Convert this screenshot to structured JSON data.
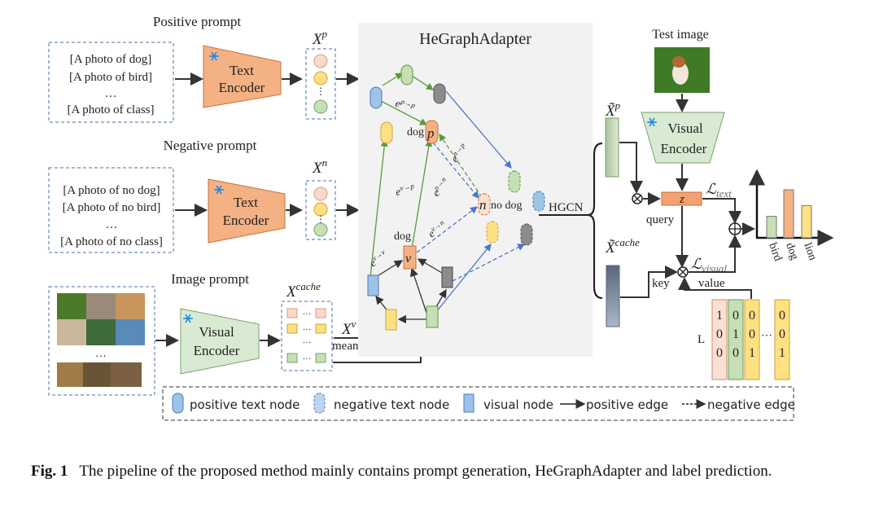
{
  "inputs": {
    "positive": {
      "title": "Positive prompt",
      "lines": [
        "[A photo of dog]",
        "[A photo of bird]",
        "…",
        "[A photo of class]"
      ],
      "feature_label": "X",
      "feature_sup": "p"
    },
    "negative": {
      "title": "Negative prompt",
      "lines": [
        "[A photo of no dog]",
        "[A photo of no bird]",
        "…",
        "[A photo of no class]"
      ],
      "feature_label": "X",
      "feature_sup": "n"
    },
    "image": {
      "title": "Image prompt",
      "ellipsis": "…",
      "feature_label": "X",
      "feature_sup": "cache",
      "mean_label": "X",
      "mean_sup": "v",
      "mean_text": "mean"
    }
  },
  "encoders": {
    "text_line1": "Text",
    "text_line2": "Encoder",
    "visual_line1": "Visual",
    "visual_line2": "Encoder",
    "frozen_icon": "snowflake-icon"
  },
  "adapter": {
    "title": "HeGraphAdapter",
    "node_labels": {
      "p": "p",
      "n": "n",
      "v": "v",
      "dog_p": "dog",
      "no_dog": "no dog",
      "dog_v": "dog"
    },
    "edge_labels": {
      "pp": "p→p",
      "np": "n→p",
      "vp": "v→p",
      "pn": "p→n",
      "vn": "v→n",
      "vv": "v→v",
      "e": "e"
    },
    "hgcn": "HGCN"
  },
  "prediction": {
    "test_image_label": "Test image",
    "xp_tilde": {
      "label": "X̃",
      "sup": "p"
    },
    "xcache_tilde": {
      "label": "X̃",
      "sup": "cache"
    },
    "z": "z",
    "query": "query",
    "key": "key",
    "value": "value",
    "l_text": {
      "main": "ℒ",
      "sub": "text"
    },
    "l_visual": {
      "main": "ℒ",
      "sub": "visual"
    },
    "L_label": "L",
    "L_matrix": [
      [
        "1",
        "0",
        "0"
      ],
      [
        "0",
        "1",
        "0"
      ],
      [
        "0",
        "0",
        "1"
      ],
      [
        "0",
        "0",
        "1"
      ]
    ],
    "L_dots": "⋯"
  },
  "chart_data": {
    "type": "bar",
    "categories": [
      "bird",
      "dog",
      "lion"
    ],
    "values": [
      0.3,
      0.67,
      0.45
    ],
    "colors": [
      "#c6dfb4",
      "#f4b183",
      "#ffe083"
    ]
  },
  "legend": {
    "items": [
      "positive text node",
      "negative text node",
      "visual node",
      "positive edge",
      "negative edge"
    ]
  },
  "caption": {
    "label": "Fig. 1",
    "text": "The pipeline of the proposed method mainly contains prompt generation, HeGraphAdapter and label prediction."
  },
  "colors": {
    "pink": "#f9d9cc",
    "yellow": "#ffe083",
    "green": "#c6dfb4",
    "orange": "#f4b183",
    "blue": "#9dc3e6",
    "gray": "#8c8c8c",
    "panel": "#f2f2f2",
    "dashed_border": "#4a6fa0"
  }
}
